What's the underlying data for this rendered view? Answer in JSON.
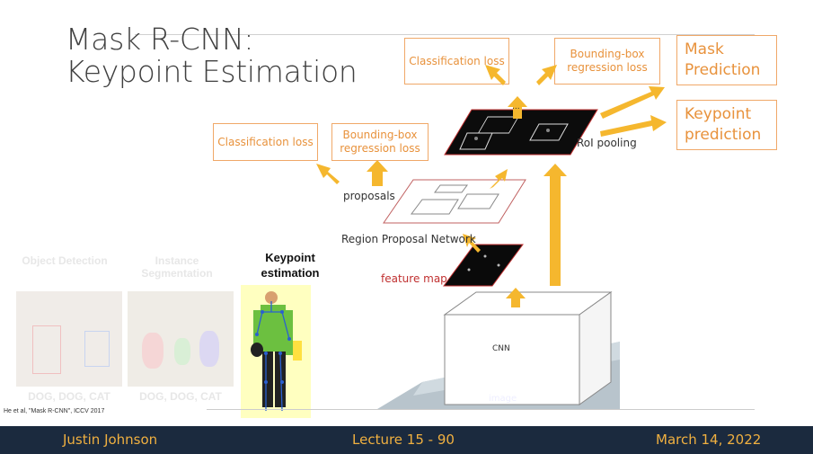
{
  "title": {
    "line1": "Mask R-CNN:",
    "line2": "Keypoint Estimation"
  },
  "boxes": {
    "cls_loss_top": "Classification loss",
    "bbox_loss_top": "Bounding-box regression loss",
    "cls_loss_mid": "Classification loss",
    "bbox_loss_mid": "Bounding-box regression loss",
    "mask_prediction": "Mask Prediction",
    "keypoint_prediction": "Keypoint prediction"
  },
  "labels": {
    "ellipsis": "...",
    "roi_pooling": "RoI pooling",
    "proposals": "proposals",
    "rpn": "Region Proposal Network",
    "feature_map": "feature map",
    "cnn": "CNN",
    "image": "image"
  },
  "faded_panels": {
    "object_detection": "Object Detection",
    "instance_segmentation": "Instance Segmentation",
    "dog_dog_cat": "DOG, DOG, CAT"
  },
  "keypoint_panel": {
    "label": "Keypoint estimation"
  },
  "citation": "He et al, \"Mask R-CNN\", ICCV 2017",
  "footer": {
    "author": "Justin Johnson",
    "lecture": "Lecture 15 - 90",
    "date": "March 14, 2022"
  },
  "colors": {
    "accent_orange": "#f0a868",
    "footer_bg": "#1b2a3e",
    "footer_text": "#f0b040",
    "arrow": "#f5b72e"
  }
}
